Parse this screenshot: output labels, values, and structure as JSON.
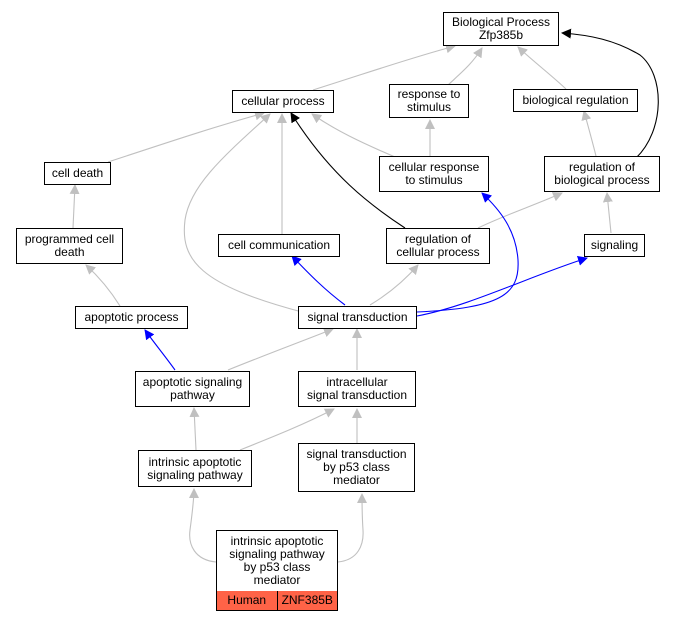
{
  "diagram": {
    "colors": {
      "is_a": "#c0c0c0",
      "part_of": "#000000",
      "regulates": "#0000ff",
      "tag_fill": "#ff6347"
    },
    "nodes": {
      "bp": "Biological Process\nZfp385b",
      "cp": "cellular process",
      "rts": "response to\nstimulus",
      "br": "biological regulation",
      "cd": "cell death",
      "crs": "cellular response\nto stimulus",
      "rbp": "regulation of\nbiological process",
      "pcd": "programmed cell\ndeath",
      "cc": "cell communication",
      "rcp": "regulation of\ncellular process",
      "sig": "signaling",
      "ap": "apoptotic process",
      "st": "signal transduction",
      "asp": "apoptotic signaling\npathway",
      "ist": "intracellular\nsignal transduction",
      "iasp": "intrinsic apoptotic\nsignaling pathway",
      "stp": "signal transduction\nby p53 class\nmediator",
      "leaf": "intrinsic apoptotic\nsignaling pathway\nby p53 class\nmediator"
    },
    "leaf_tags": [
      "Human",
      "ZNF385B"
    ]
  }
}
